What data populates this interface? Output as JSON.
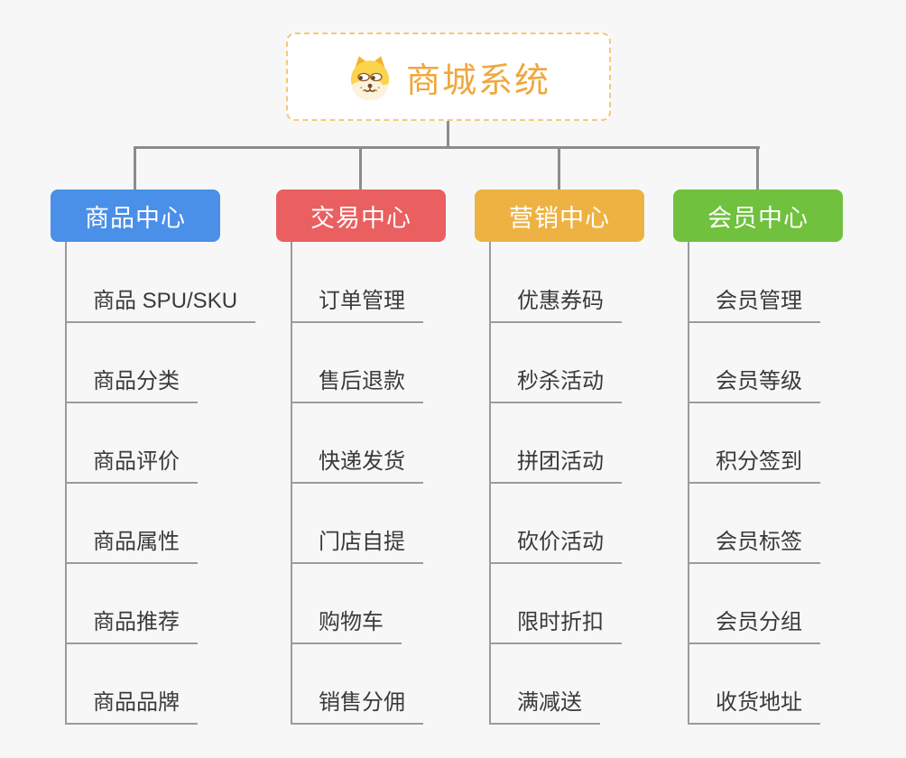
{
  "page": {
    "background_color": "#f7f7f7",
    "connector_color": "#8c8c8c"
  },
  "root": {
    "label": "商城系统",
    "icon": "dog-icon",
    "text_color": "#f0a73c",
    "border_color": "#f5c87a",
    "background_color": "#ffffff"
  },
  "branches": [
    {
      "label": "商品中心",
      "color": "#4a90e8",
      "children": [
        "商品 SPU/SKU",
        "商品分类",
        "商品评价",
        "商品属性",
        "商品推荐",
        "商品品牌"
      ]
    },
    {
      "label": "交易中心",
      "color": "#ea5f5f",
      "children": [
        "订单管理",
        "售后退款",
        "快递发货",
        "门店自提",
        "购物车",
        "销售分佣"
      ]
    },
    {
      "label": "营销中心",
      "color": "#eeb242",
      "children": [
        "优惠券码",
        "秒杀活动",
        "拼团活动",
        "砍价活动",
        "限时折扣",
        "满减送"
      ]
    },
    {
      "label": "会员中心",
      "color": "#6fc13e",
      "children": [
        "会员管理",
        "会员等级",
        "积分签到",
        "会员标签",
        "会员分组",
        "收货地址"
      ]
    }
  ]
}
